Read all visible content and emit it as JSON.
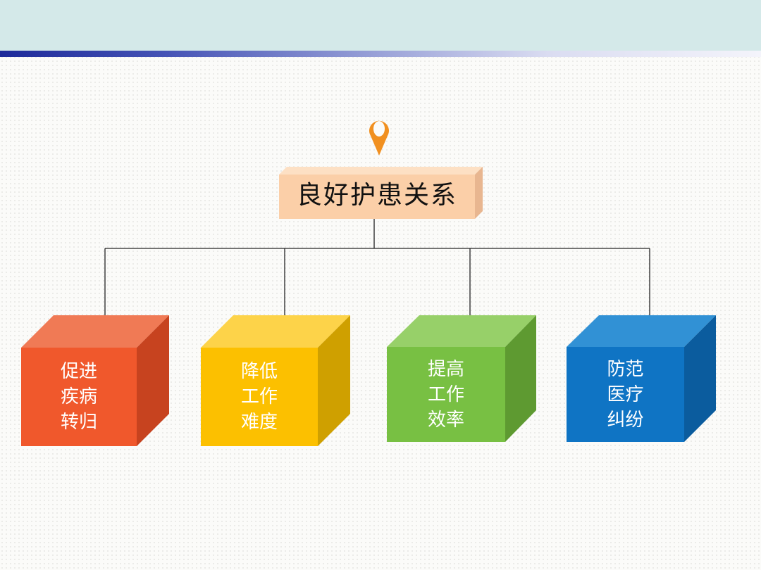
{
  "root": {
    "label": "良好护患关系"
  },
  "branches": [
    {
      "label": "促进\n疾病\n转归",
      "colors": {
        "front": "#f0582c",
        "top": "#f07a55",
        "side": "#c7431f"
      }
    },
    {
      "label": "降低\n工作\n难度",
      "colors": {
        "front": "#fcc000",
        "top": "#fdd349",
        "side": "#cfa000"
      }
    },
    {
      "label": "提高\n工作\n效率",
      "colors": {
        "front": "#78c043",
        "top": "#97d069",
        "side": "#5e9a31"
      }
    },
    {
      "label": "防范\n医疗\n纠纷",
      "colors": {
        "front": "#0f74c4",
        "top": "#3191d5",
        "side": "#0b5c9e"
      }
    }
  ],
  "colors": {
    "root_front": "#fbcfa8",
    "root_top": "#fde0c4",
    "root_side": "#e8b690",
    "pin": "#f19020",
    "connector": "#222222"
  },
  "icons": {
    "pin": "location-pin-icon"
  }
}
